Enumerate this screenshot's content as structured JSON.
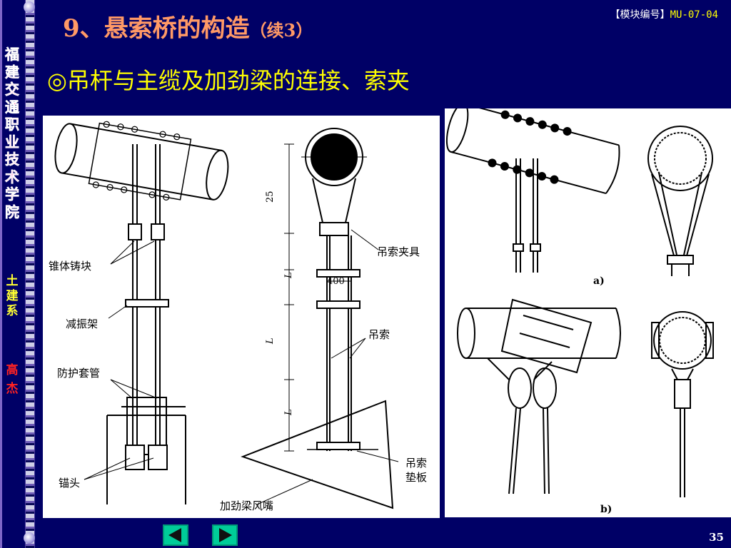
{
  "slide": {
    "title_main": "9、悬索桥的构造",
    "title_suffix": "（续3）",
    "module_label": "【模块编号】",
    "module_code": "MU-07-04",
    "subtitle": "◎吊杆与主缆及加劲梁的连接、索夹",
    "page_number": "35"
  },
  "sidebar": {
    "school": [
      "福",
      "建",
      "交",
      "通",
      "职",
      "业",
      "技",
      "术",
      "学",
      "院"
    ],
    "department": [
      "土",
      "建",
      "系"
    ],
    "author": [
      "高",
      "杰"
    ]
  },
  "figure_left": {
    "labels": {
      "cone_casting": "锥体铸块",
      "damper": "减振架",
      "sleeve": "防护套管",
      "anchor_head": "锚头",
      "clamp": "吊索夹具",
      "cable": "吊索",
      "pad_line1": "吊索",
      "pad_line2": "垫板",
      "girder_nozzle": "加劲梁风嘴"
    },
    "dims": {
      "d25": "25",
      "spacing": "400",
      "L": "L"
    }
  },
  "figure_right": {
    "labels": {
      "a": "a)",
      "b": "b)"
    }
  },
  "nav": {
    "prev_icon": "triangle-left",
    "next_icon": "triangle-right",
    "button_color": "#00cc99",
    "icon_color": "#111111"
  },
  "colors": {
    "background": "#000066",
    "title": "#ff9966",
    "subtitle": "#ffff00",
    "school_text": "#ff3399",
    "department_text": "#ffff33",
    "author_text": "#ff2222"
  }
}
